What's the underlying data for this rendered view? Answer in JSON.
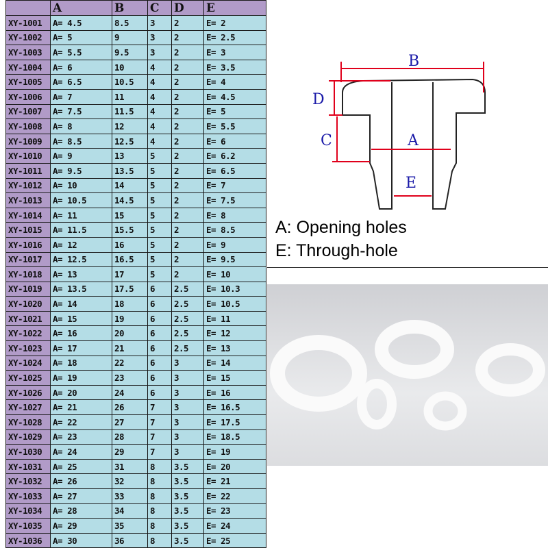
{
  "table": {
    "headers": [
      "",
      "A",
      "B",
      "C",
      "D",
      "E"
    ],
    "rows": [
      [
        "XY-1001",
        "A= 4.5",
        "8.5",
        "3",
        "2",
        "E= 2"
      ],
      [
        "XY-1002",
        "A= 5",
        "9",
        "3",
        "2",
        "E= 2.5"
      ],
      [
        "XY-1003",
        "A= 5.5",
        "9.5",
        "3",
        "2",
        "E= 3"
      ],
      [
        "XY-1004",
        "A= 6",
        "10",
        "4",
        "2",
        "E= 3.5"
      ],
      [
        "XY-1005",
        "A= 6.5",
        "10.5",
        "4",
        "2",
        "E= 4"
      ],
      [
        "XY-1006",
        "A= 7",
        "11",
        "4",
        "2",
        "E= 4.5"
      ],
      [
        "XY-1007",
        "A= 7.5",
        "11.5",
        "4",
        "2",
        "E= 5"
      ],
      [
        "XY-1008",
        "A= 8",
        "12",
        "4",
        "2",
        "E= 5.5"
      ],
      [
        "XY-1009",
        "A= 8.5",
        "12.5",
        "4",
        "2",
        "E= 6"
      ],
      [
        "XY-1010",
        "A= 9",
        "13",
        "5",
        "2",
        "E= 6.2"
      ],
      [
        "XY-1011",
        "A= 9.5",
        "13.5",
        "5",
        "2",
        "E= 6.5"
      ],
      [
        "XY-1012",
        "A= 10",
        "14",
        "5",
        "2",
        "E= 7"
      ],
      [
        "XY-1013",
        "A= 10.5",
        "14.5",
        "5",
        "2",
        "E= 7.5"
      ],
      [
        "XY-1014",
        "A= 11",
        "15",
        "5",
        "2",
        "E= 8"
      ],
      [
        "XY-1015",
        "A= 11.5",
        "15.5",
        "5",
        "2",
        "E= 8.5"
      ],
      [
        "XY-1016",
        "A= 12",
        "16",
        "5",
        "2",
        "E= 9"
      ],
      [
        "XY-1017",
        "A= 12.5",
        "16.5",
        "5",
        "2",
        "E= 9.5"
      ],
      [
        "XY-1018",
        "A= 13",
        "17",
        "5",
        "2",
        "E= 10"
      ],
      [
        "XY-1019",
        "A= 13.5",
        "17.5",
        "6",
        "2.5",
        "E= 10.3"
      ],
      [
        "XY-1020",
        "A= 14",
        "18",
        "6",
        "2.5",
        "E= 10.5"
      ],
      [
        "XY-1021",
        "A= 15",
        "19",
        "6",
        "2.5",
        "E= 11"
      ],
      [
        "XY-1022",
        "A= 16",
        "20",
        "6",
        "2.5",
        "E= 12"
      ],
      [
        "XY-1023",
        "A= 17",
        "21",
        "6",
        "2.5",
        "E= 13"
      ],
      [
        "XY-1024",
        "A= 18",
        "22",
        "6",
        "3",
        "E= 14"
      ],
      [
        "XY-1025",
        "A= 19",
        "23",
        "6",
        "3",
        "E= 15"
      ],
      [
        "XY-1026",
        "A= 20",
        "24",
        "6",
        "3",
        "E= 16"
      ],
      [
        "XY-1027",
        "A= 21",
        "26",
        "7",
        "3",
        "E= 16.5"
      ],
      [
        "XY-1028",
        "A= 22",
        "27",
        "7",
        "3",
        "E= 17.5"
      ],
      [
        "XY-1029",
        "A= 23",
        "28",
        "7",
        "3",
        "E= 18.5"
      ],
      [
        "XY-1030",
        "A= 24",
        "29",
        "7",
        "3",
        "E= 19"
      ],
      [
        "XY-1031",
        "A= 25",
        "31",
        "8",
        "3.5",
        "E= 20"
      ],
      [
        "XY-1032",
        "A= 26",
        "32",
        "8",
        "3.5",
        "E= 21"
      ],
      [
        "XY-1033",
        "A= 27",
        "33",
        "8",
        "3.5",
        "E= 22"
      ],
      [
        "XY-1034",
        "A= 28",
        "34",
        "8",
        "3.5",
        "E= 23"
      ],
      [
        "XY-1035",
        "A= 29",
        "35",
        "8",
        "3.5",
        "E= 24"
      ],
      [
        "XY-1036",
        "A= 30",
        "36",
        "8",
        "3.5",
        "E= 25"
      ]
    ]
  },
  "diagram": {
    "labels": {
      "a": "A",
      "b": "B",
      "c": "C",
      "d": "D",
      "e": "E"
    },
    "dim_color": "#e0001b",
    "label_color": "#1a1aa8"
  },
  "legend": {
    "a": "A: Opening holes",
    "e": "E: Through-hole"
  }
}
